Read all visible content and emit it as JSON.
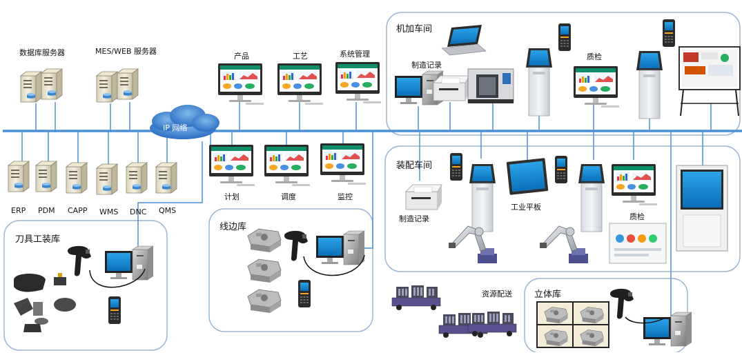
{
  "cloud": {
    "label": "IP 网络"
  },
  "servers": {
    "database_label": "数据库服务器",
    "mes_web_label": "MES/WEB 服务器",
    "systems": [
      "ERP",
      "PDM",
      "CAPP",
      "WMS",
      "DNC",
      "QMS"
    ]
  },
  "top_monitors": [
    "产品",
    "工艺",
    "系统管理"
  ],
  "mid_monitors": [
    "计划",
    "调度",
    "监控"
  ],
  "zones": {
    "machining": {
      "title": "机加车间",
      "record": "制造记录",
      "quality": "质检"
    },
    "assembly": {
      "title": "装配车间",
      "record": "制造记录",
      "tablet": "工业平板",
      "quality": "质检"
    },
    "tooling": {
      "title": "刀具工装库"
    },
    "line_side": {
      "title": "线边库"
    },
    "delivery": {
      "title": "资源配送"
    },
    "warehouse": {
      "title": "立体库"
    }
  },
  "colors": {
    "network": "#4a90d9",
    "zone_border": "#9db5d3",
    "screen": "#1a8fd6",
    "server": "#e8e2cc"
  }
}
